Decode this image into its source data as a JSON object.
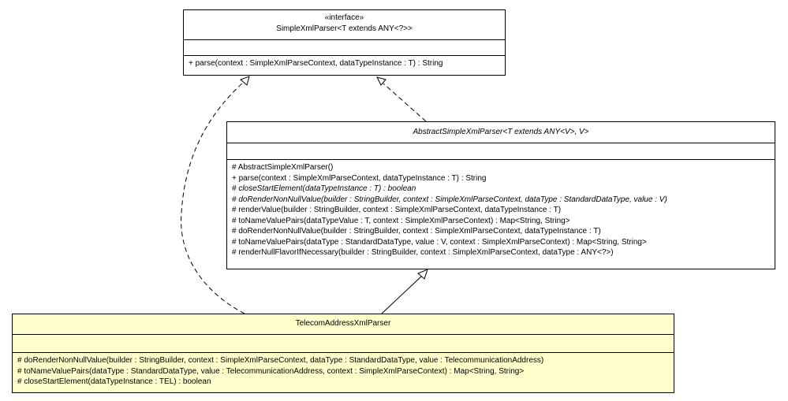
{
  "interface_box": {
    "stereotype": "«interface»",
    "name": "SimpleXmlParser<T extends ANY<?>>",
    "operations": [
      {
        "text": "+ parse(context : SimpleXmlParseContext, dataTypeInstance : T) : String",
        "abstract": false
      }
    ]
  },
  "abstract_box": {
    "name": "AbstractSimpleXmlParser<T extends ANY<V>, V>",
    "operations": [
      {
        "text": "# AbstractSimpleXmlParser()",
        "abstract": false
      },
      {
        "text": "+ parse(context : SimpleXmlParseContext, dataTypeInstance : T) : String",
        "abstract": false
      },
      {
        "text": "# closeStartElement(dataTypeInstance : T) : boolean",
        "abstract": true
      },
      {
        "text": "# doRenderNonNullValue(builder : StringBuilder, context : SimpleXmlParseContext, dataType : StandardDataType, value : V)",
        "abstract": true
      },
      {
        "text": "# renderValue(builder : StringBuilder, context : SimpleXmlParseContext, dataTypeInstance : T)",
        "abstract": false
      },
      {
        "text": "# toNameValuePairs(dataTypeValue : T, context : SimpleXmlParseContext) : Map<String, String>",
        "abstract": false
      },
      {
        "text": "# doRenderNonNullValue(builder : StringBuilder, context : SimpleXmlParseContext, dataTypeInstance : T)",
        "abstract": false
      },
      {
        "text": "# toNameValuePairs(dataType : StandardDataType, value : V, context : SimpleXmlParseContext) : Map<String, String>",
        "abstract": false
      },
      {
        "text": "# renderNullFlavorIfNecessary(builder : StringBuilder, context : SimpleXmlParseContext, dataType : ANY<?>)",
        "abstract": false
      }
    ]
  },
  "telecom_box": {
    "name": "TelecomAddressXmlParser",
    "highlight_color": "#ffffcc",
    "operations": [
      {
        "text": "# doRenderNonNullValue(builder : StringBuilder, context : SimpleXmlParseContext, dataType : StandardDataType, value : TelecommunicationAddress)",
        "abstract": false
      },
      {
        "text": "# toNameValuePairs(dataType : StandardDataType, value : TelecommunicationAddress, context : SimpleXmlParseContext) : Map<String, String>",
        "abstract": false
      },
      {
        "text": "# closeStartElement(dataTypeInstance : TEL) : boolean",
        "abstract": false
      }
    ]
  }
}
